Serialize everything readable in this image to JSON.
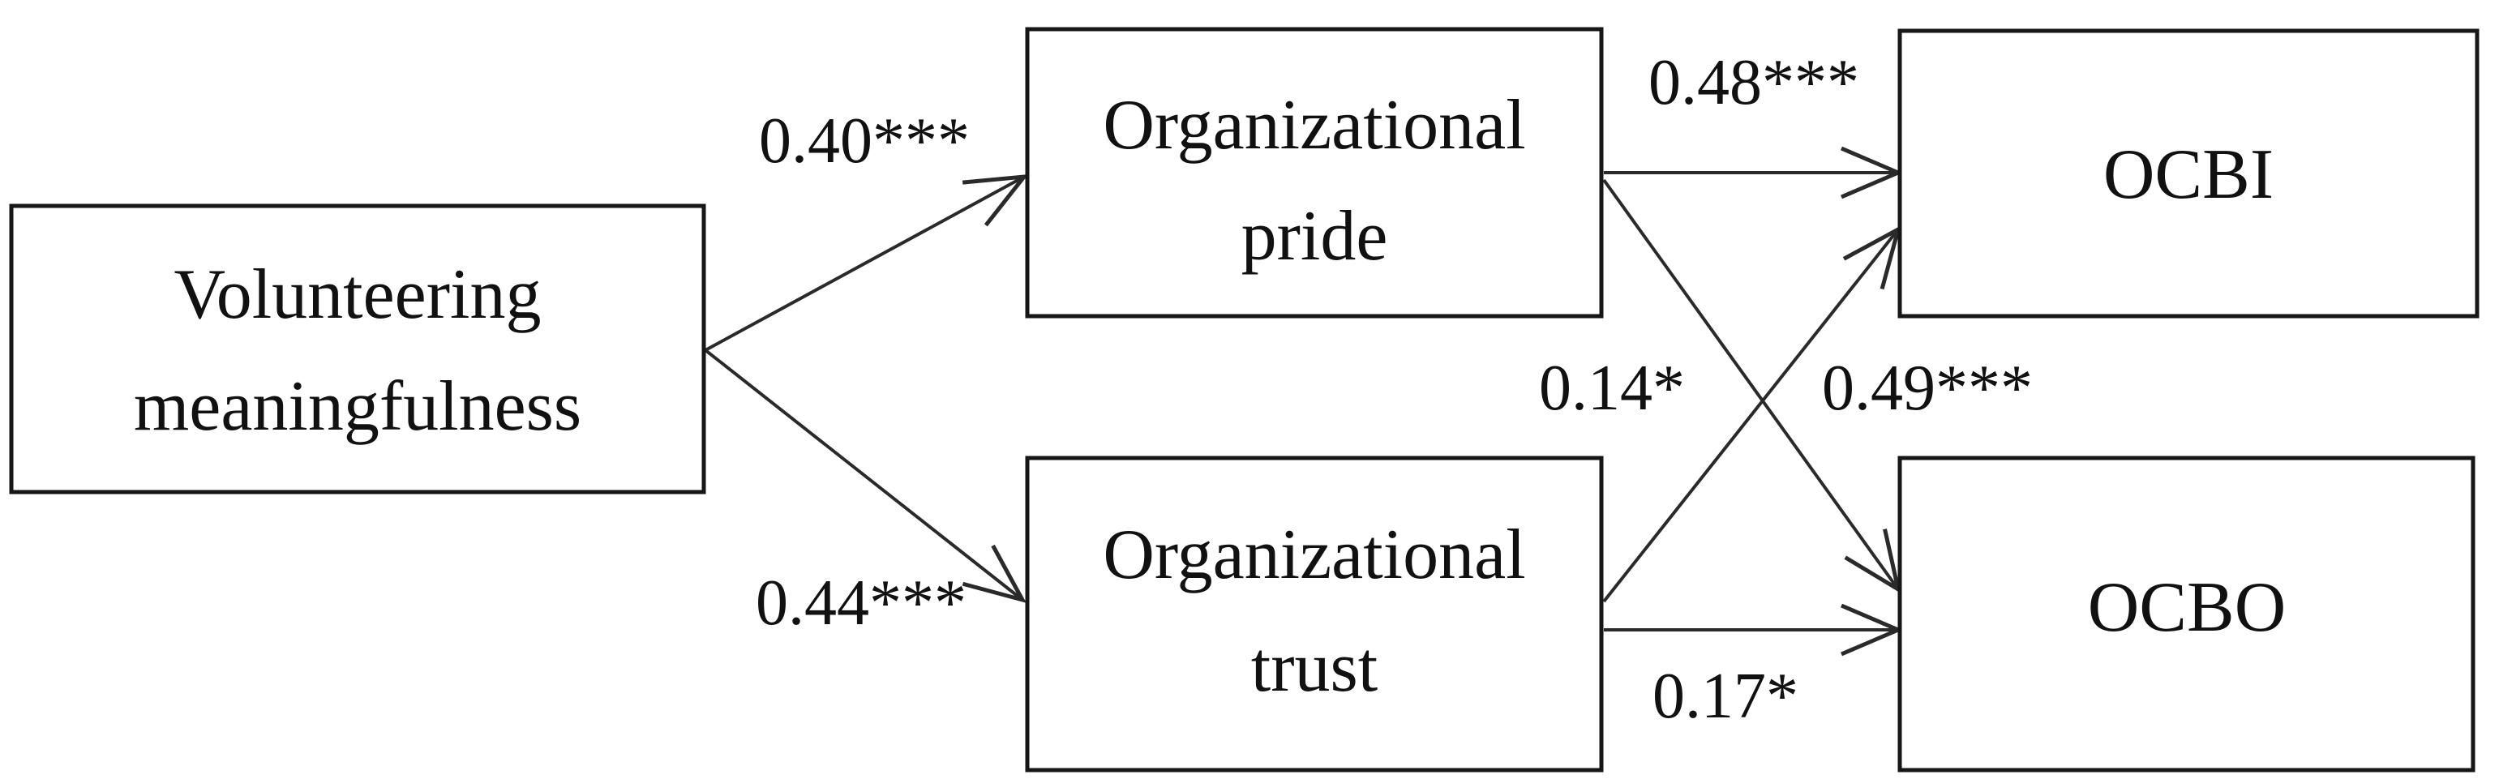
{
  "diagram": {
    "type": "path-model",
    "colors": {
      "background": "#ffffff",
      "stroke": "#161616",
      "text": "#111111"
    },
    "nodes": [
      {
        "id": "volunteering-meaningfulness",
        "lines": [
          "Volunteering",
          "meaningfulness"
        ]
      },
      {
        "id": "organizational-pride",
        "lines": [
          "Organizational",
          "pride"
        ]
      },
      {
        "id": "organizational-trust",
        "lines": [
          "Organizational",
          "trust"
        ]
      },
      {
        "id": "ocbi",
        "lines": [
          "OCBI"
        ]
      },
      {
        "id": "ocbo",
        "lines": [
          "OCBO"
        ]
      }
    ],
    "edges": [
      {
        "from": "volunteering-meaningfulness",
        "to": "organizational-pride",
        "label": "0.40***"
      },
      {
        "from": "volunteering-meaningfulness",
        "to": "organizational-trust",
        "label": "0.44***"
      },
      {
        "from": "organizational-pride",
        "to": "ocbi",
        "label": "0.48***"
      },
      {
        "from": "organizational-pride",
        "to": "ocbo",
        "label": "0.14*"
      },
      {
        "from": "organizational-trust",
        "to": "ocbi",
        "label": "0.49***"
      },
      {
        "from": "organizational-trust",
        "to": "ocbo",
        "label": "0.17*"
      }
    ]
  }
}
